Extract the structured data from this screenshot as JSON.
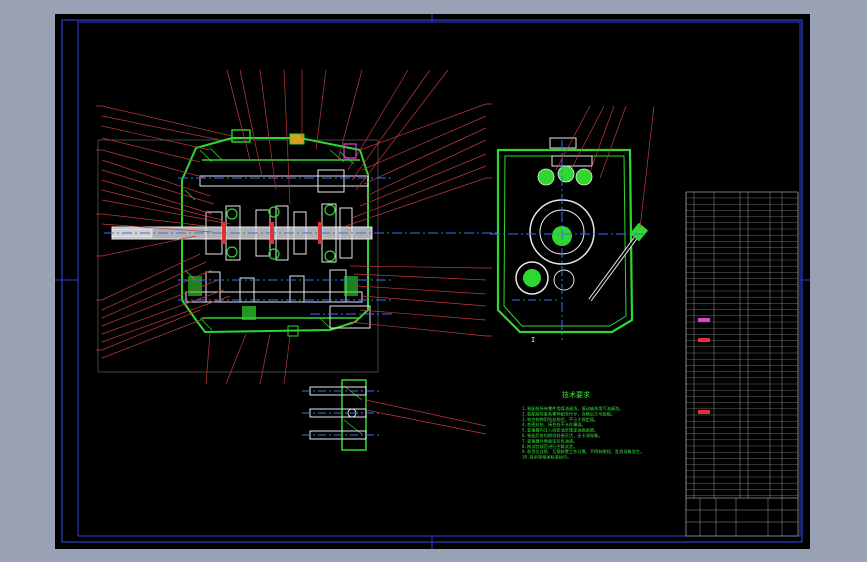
{
  "colors": {
    "viewport_bg": "#98a2b4",
    "sheet_bg": "#000000",
    "border_blue": "#2b3fd0",
    "housing_green": "#2fd82f",
    "leader_red": "#c03a3a",
    "centerline_blue": "#3a6cff",
    "part_white": "#e8e8e8",
    "accent_magenta": "#e040e0",
    "table_grey": "#9a9a9a",
    "note_green": "#37e637"
  },
  "notes": {
    "title": "技术要求",
    "lines": [
      "1.装配前所有零件用煤油清洗，滚动轴承用汽油清洗。",
      "2.装配前检查各零件配合尺寸，合格后方可装配。",
      "3.啮合侧隙用铅丝检验，不小于规定值。",
      "4.各密封处、接合处不允许漏油。",
      "5.变速器内注入齿轮油至规定油面高度。",
      "6.装配后各挡换挡轻便灵活，无卡滞现象。",
      "7.变速器外表面涂灰色油漆。",
      "8.按试验规范进行空载试验。",
      "9.各挡位自锁、互锁装置工作可靠，不得有跳挡、乱挡现象发生。",
      "10.其余按相关标准执行。"
    ]
  },
  "section_marker": "I"
}
